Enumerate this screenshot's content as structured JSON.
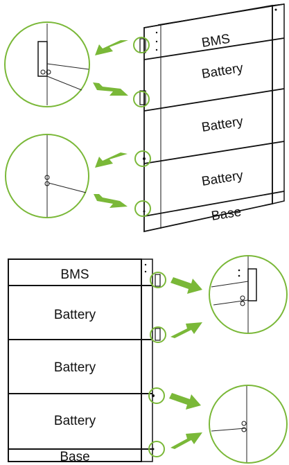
{
  "colors": {
    "accent": "#7ab838",
    "line": "#111111"
  },
  "top_stack": {
    "modules": [
      {
        "label": "BMS"
      },
      {
        "label": "Battery"
      },
      {
        "label": "Battery"
      },
      {
        "label": "Battery"
      },
      {
        "label": "Base"
      }
    ]
  },
  "bottom_stack": {
    "modules": [
      {
        "label": "BMS"
      },
      {
        "label": "Battery"
      },
      {
        "label": "Battery"
      },
      {
        "label": "Battery"
      },
      {
        "label": "Base"
      }
    ]
  }
}
